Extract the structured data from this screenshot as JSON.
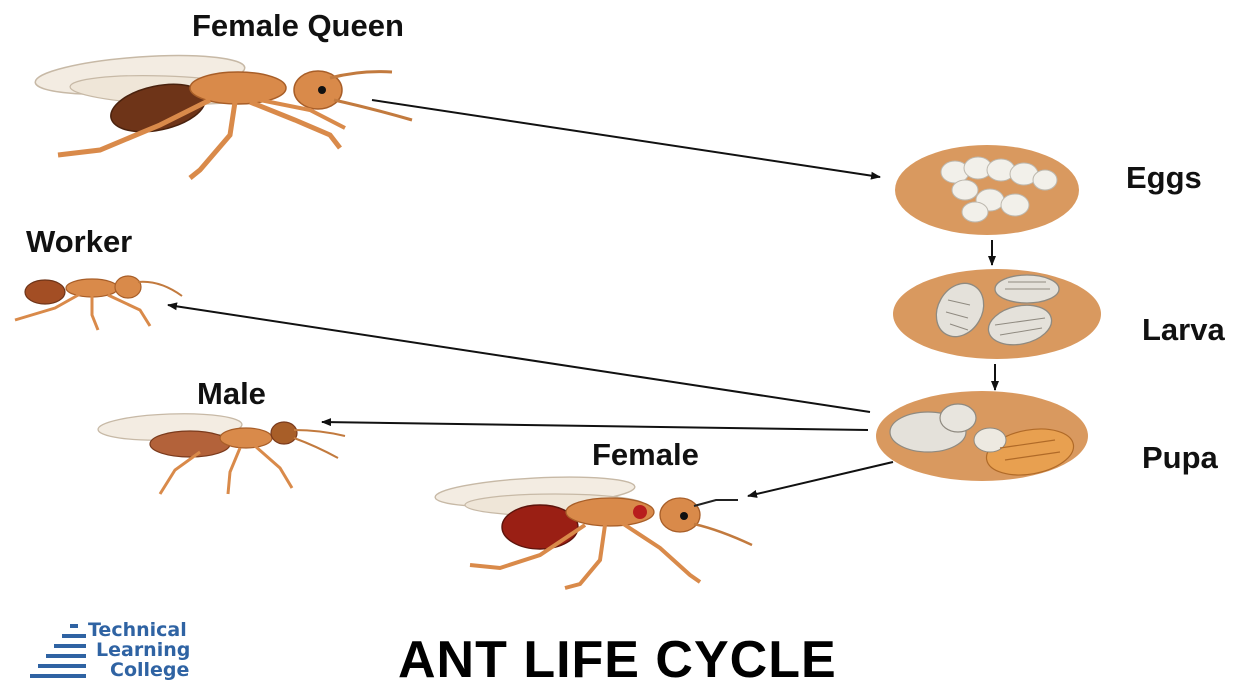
{
  "labels": {
    "female_queen": "Female Queen",
    "worker": "Worker",
    "male": "Male",
    "female": "Female",
    "eggs": "Eggs",
    "larva": "Larva",
    "pupa": "Pupa"
  },
  "title": "ANT LIFE CYCLE",
  "logo": {
    "line1": "Technical",
    "line2": "Learning",
    "line3": "College"
  },
  "colors": {
    "ant_body": "#d98a4a",
    "ant_abdomen_dark": "#7a3a1c",
    "dish": "#d9995f",
    "logo": "#2f63a3",
    "arrow": "#111111"
  }
}
